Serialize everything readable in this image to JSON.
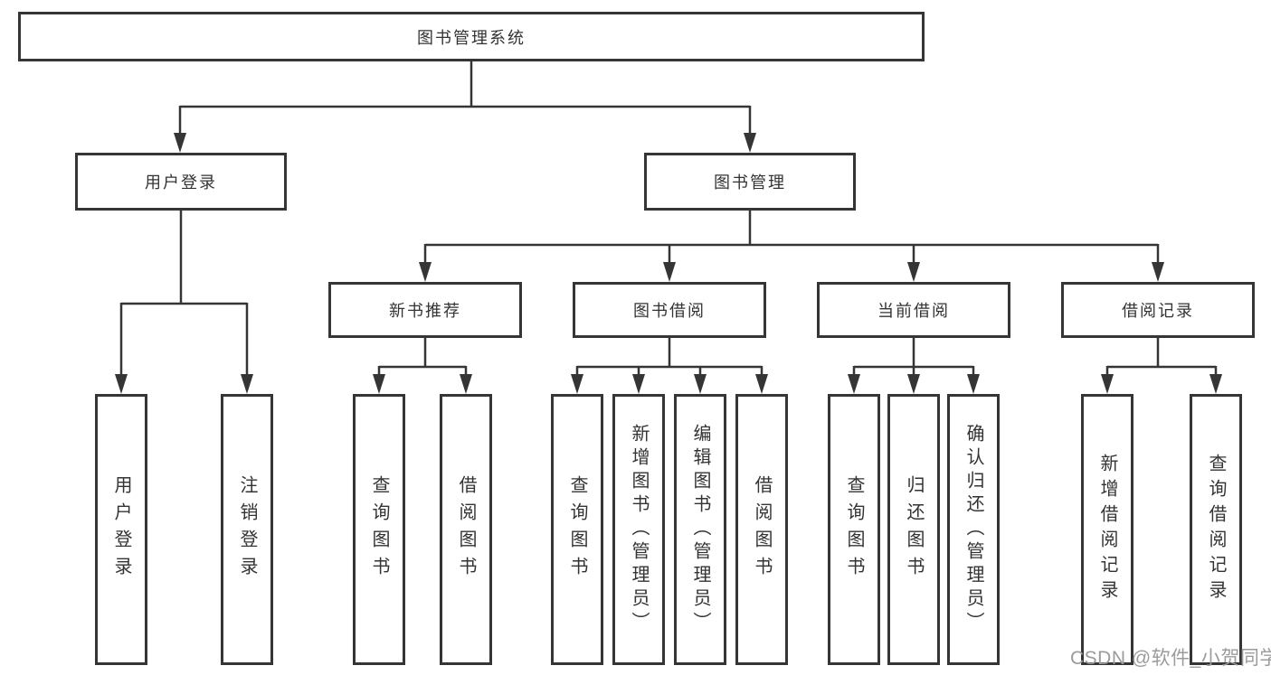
{
  "tree": {
    "root": {
      "label": "图书管理系统",
      "children": [
        {
          "label": "用户登录",
          "children": [
            {
              "label": "用户登录"
            },
            {
              "label": "注销登录"
            }
          ]
        },
        {
          "label": "图书管理",
          "children": [
            {
              "label": "新书推荐",
              "children": [
                {
                  "label": "查询图书"
                },
                {
                  "label": "借阅图书"
                }
              ]
            },
            {
              "label": "图书借阅",
              "children": [
                {
                  "label": "查询图书"
                },
                {
                  "label": "新增图书（管理员）"
                },
                {
                  "label": "编辑图书（管理员）"
                },
                {
                  "label": "借阅图书"
                }
              ]
            },
            {
              "label": "当前借阅",
              "children": [
                {
                  "label": "查询图书"
                },
                {
                  "label": "归还图书"
                },
                {
                  "label": "确认归还（管理员）"
                }
              ]
            },
            {
              "label": "借阅记录",
              "children": [
                {
                  "label": "新增借阅记录"
                },
                {
                  "label": "查询借阅记录"
                }
              ]
            }
          ]
        }
      ]
    }
  },
  "watermark": {
    "text": "CSDN @软件_小贺同学"
  },
  "colors": {
    "line": "#353535",
    "box_border": "#353535",
    "box_fill": "#ffffff",
    "background": "#ffffff",
    "watermark": "#9b9b9b"
  }
}
